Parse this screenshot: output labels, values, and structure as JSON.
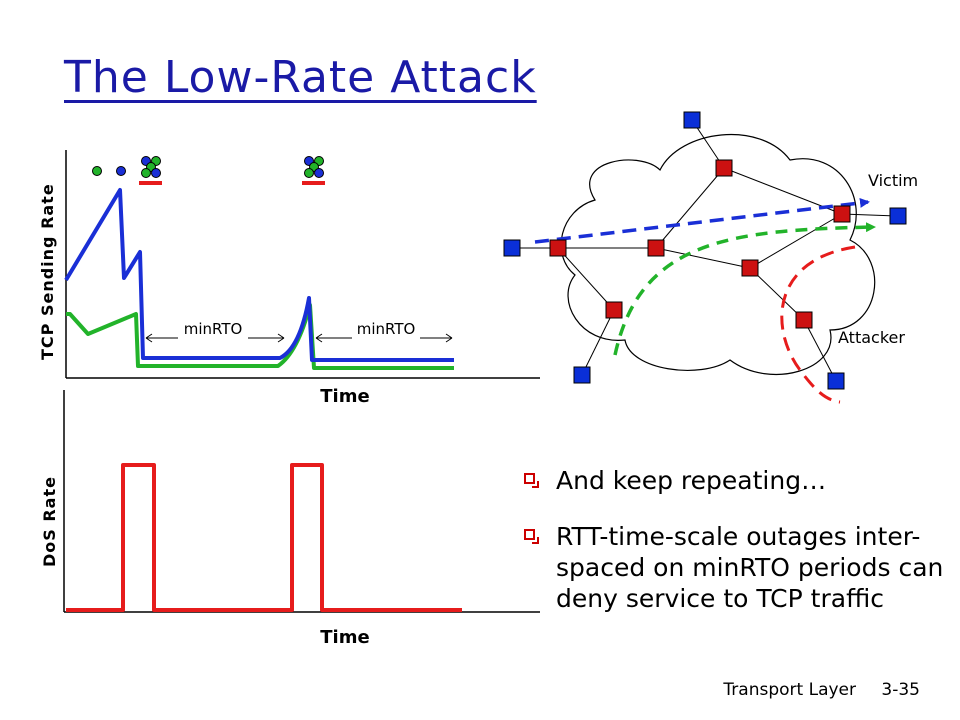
{
  "slide": {
    "title": "The Low-Rate Attack",
    "footer_section": "Transport Layer",
    "footer_page": "3-35"
  },
  "top_plot": {
    "ylabel": "TCP Sending Rate",
    "xlabel": "Time",
    "interval_labels": [
      "minRTO",
      "minRTO"
    ],
    "flow_colors": [
      "#1a2fd6",
      "#22b32a"
    ]
  },
  "bottom_plot": {
    "ylabel": "DoS Rate",
    "xlabel": "Time",
    "pulse_color": "#e61c1c"
  },
  "network": {
    "victim_label": "Victim",
    "attacker_label": "Attacker",
    "router_color": "#cc1111",
    "host_color": "#0a2fd8"
  },
  "bullets": [
    "And keep repeating…",
    "RTT-time-scale outages inter-spaced on minRTO periods can deny service to TCP traffic"
  ]
}
